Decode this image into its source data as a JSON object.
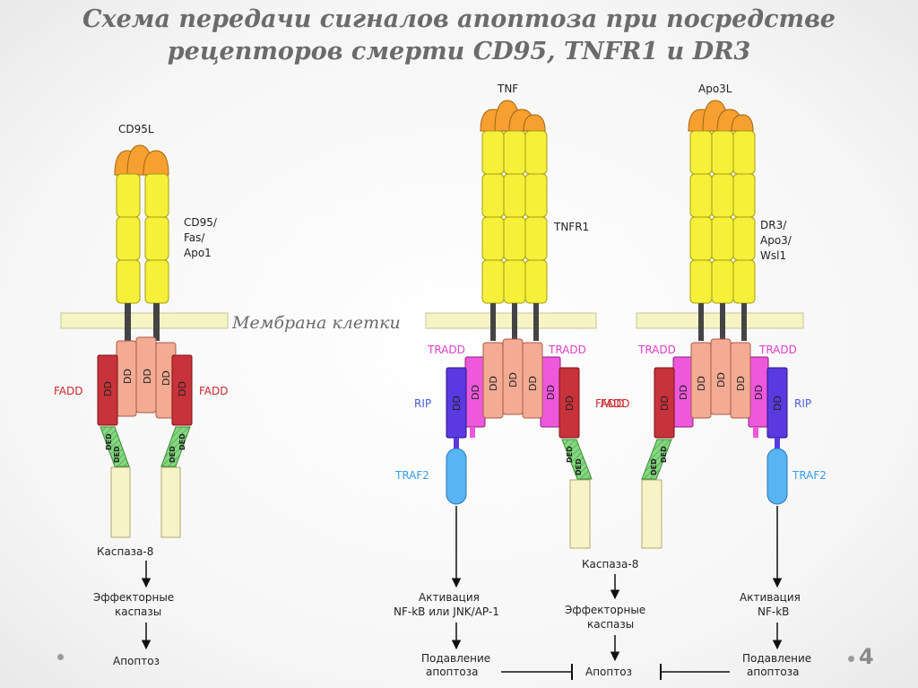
{
  "title": {
    "line1": "Схема передачи сигналов апоптоза при посредстве",
    "line2": "рецепторов смерти CD95, TNFR1 и DR3"
  },
  "membrane_label": "Мембрана клетки",
  "page_number": "4",
  "ligands": {
    "cd95l": "CD95L",
    "tnf": "TNF",
    "apo3l": "Apo3L"
  },
  "receptors": {
    "cd95": [
      "CD95/",
      "Fas/",
      "Apo1"
    ],
    "tnfr1": "TNFR1",
    "dr3": [
      "DR3/",
      "Apo3/",
      "Wsl1"
    ]
  },
  "adaptors": {
    "fadd": "FADD",
    "tradd": "TRADD",
    "rip": "RIP",
    "traf2": "TRAF2",
    "dd": "DD",
    "ded": "DED"
  },
  "pathway": {
    "caspase8": "Каспаза-8",
    "effector_line1": "Эффекторные",
    "effector_line2": "каспазы",
    "apoptosis": "Апоптоз",
    "activation": "Активация",
    "nfkb_jnk": "NF-kB или JNK/AP-1",
    "nfkb": "NF-kB",
    "suppression_line1": "Подавление",
    "suppression_line2": "апоптоза"
  },
  "colors": {
    "ligand": "#f5a030",
    "receptor": "#f5f03a",
    "membrane": "#f6f3c4",
    "fadd": "#c8323a",
    "receptor_dd": "#f3ab94",
    "tradd": "#ee58dc",
    "rip": "#5a3ae0",
    "traf2": "#58b4f2",
    "ded": "#84d880",
    "caspase": "#f7f3c6"
  }
}
